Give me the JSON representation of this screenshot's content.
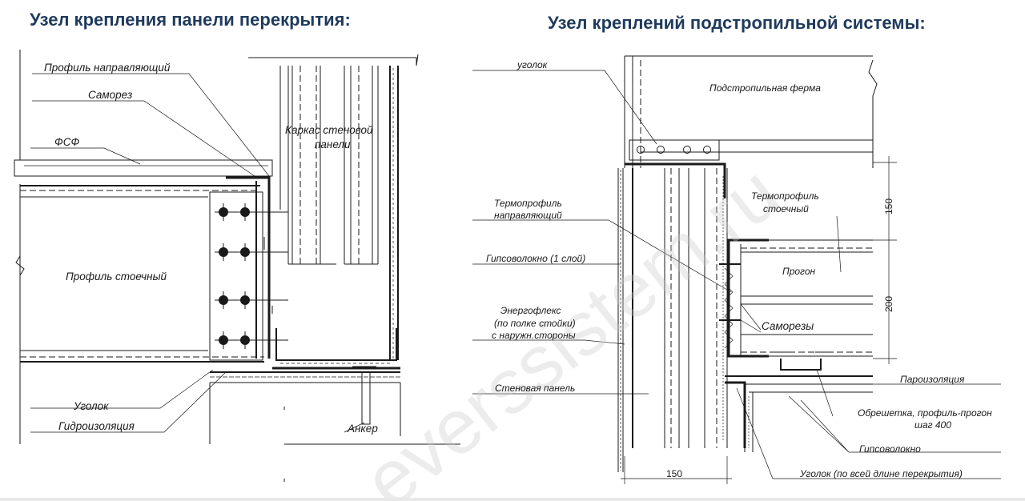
{
  "left": {
    "title": "Узел крепления панели перекрытия:",
    "labels": {
      "profile_guide": "Профиль направляющий",
      "screw": "Саморез",
      "fsf": "ФСФ",
      "wall_frame_1": "Каркас стеновой",
      "wall_frame_2": "панели",
      "profile_drain": "Профиль стоечный",
      "angle": "Уголок",
      "waterproofing": "Гидроизоляция",
      "anchor": "Анкер"
    }
  },
  "right": {
    "title": "Узел креплений подстропильной системы:",
    "labels": {
      "angle": "уголок",
      "truss": "Подстропильная ферма",
      "thermo_guide_1": "Термопрофиль",
      "thermo_guide_2": "направляющий",
      "thermo_drain_1": "Термопрофиль",
      "thermo_drain_2": "стоечный",
      "gypsum_1layer": "Гипсоволокно (1 слой)",
      "purlin": "Прогон",
      "energoflex_1": "Энергофлекс",
      "energoflex_2": "(по полке стойки)",
      "energoflex_3": "с наружн.стороны",
      "screws": "Саморезы",
      "vapor": "Пароизоляция",
      "wall_panel": "Стеновая панель",
      "lathing_1": "Обрешетка, профиль-прогон",
      "lathing_2": "шаг 400",
      "gypsum": "Гипсоволокно",
      "angle_full": "Уголок  (по всей длине перекрытия)"
    },
    "dimensions": {
      "d150_top": "150",
      "d200": "200",
      "d150_bottom": "150"
    }
  },
  "watermark": "everssistem.ru"
}
